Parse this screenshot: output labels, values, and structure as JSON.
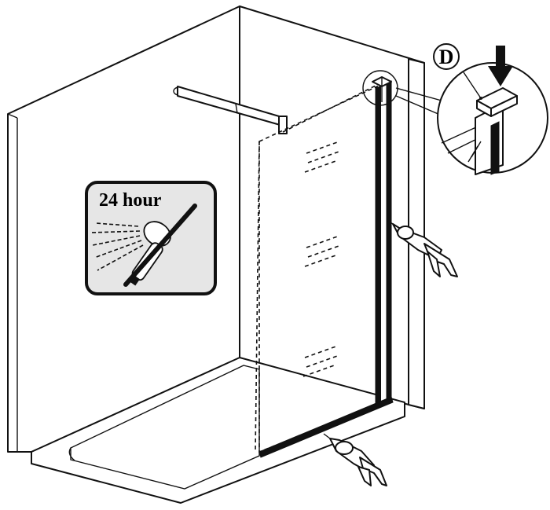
{
  "cure_sign": {
    "label": "24 hour",
    "icon": "no-shower-icon",
    "background": "#e6e6e6"
  },
  "detail_callout": {
    "marker": "D",
    "action": "press-down-arrow"
  },
  "parts": {
    "support_arm": "stabilizer-bar",
    "glass_panel": "fixed-glass-panel",
    "wall_profile": "wall-channel-profile",
    "tool": "silicone-gun"
  },
  "colors": {
    "line": "#111111",
    "sign_fill": "#e6e6e6"
  }
}
